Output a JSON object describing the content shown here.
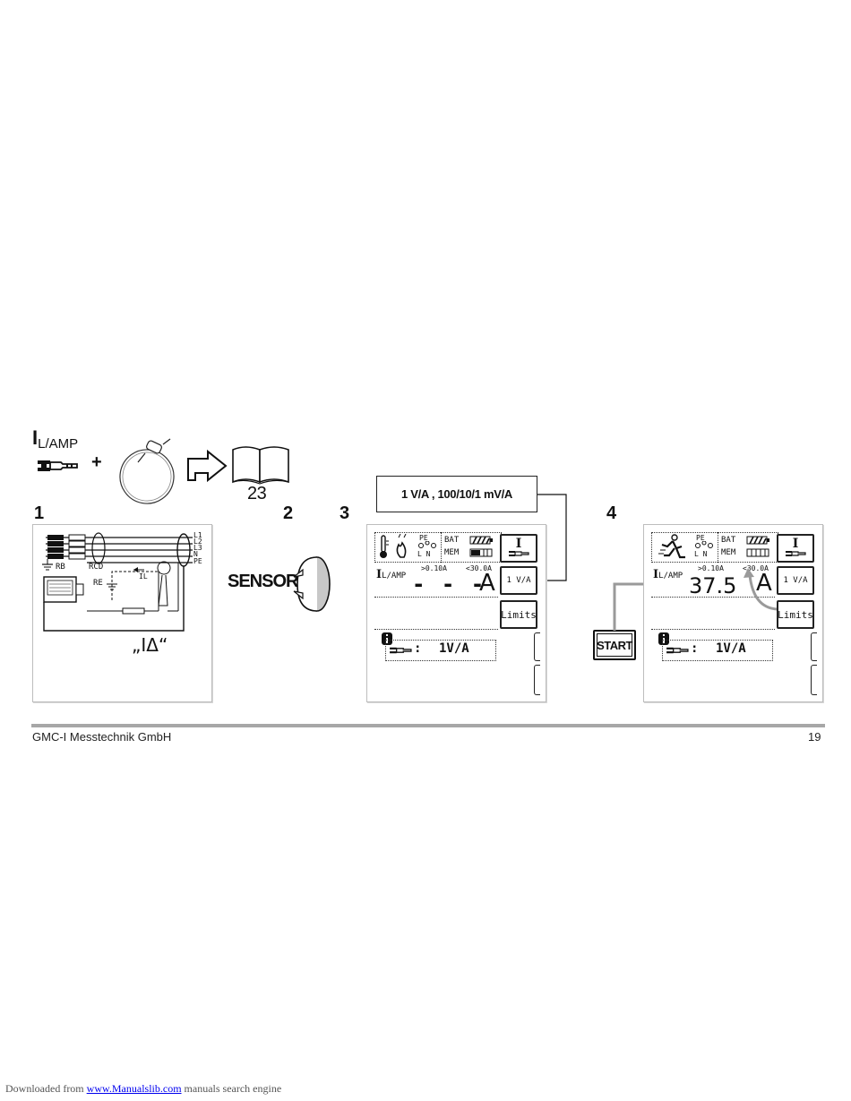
{
  "header": {
    "label_main": "I",
    "label_sub": "L/AMP",
    "plus": "+",
    "book_page": "23"
  },
  "steps": {
    "one": "1",
    "two": "2",
    "three": "3",
    "four": "4"
  },
  "wiring": {
    "l1": "L1",
    "l2": "L2",
    "l3": "L3",
    "n": "N",
    "pe": "PE",
    "rb": "RB",
    "rcd": "RCD",
    "re": "RE",
    "il": "IL",
    "idelta": "„IΔ“"
  },
  "sensor": {
    "label": "SENSOR"
  },
  "callout": {
    "text": "1 V/A , 100/10/1 mV/A"
  },
  "screen3": {
    "pe": "PE",
    "ln": "L N",
    "bat": "BAT",
    "mem": "MEM",
    "mode_button": "I",
    "measure_label_main": "I",
    "measure_label_sub": "L/AMP",
    "range_low": ">0.10A",
    "range_high": "<30.0A",
    "reading": "- - -",
    "unit": "A",
    "range_button": "1 V/A",
    "limits_button": "Limits",
    "info_icon": "i",
    "clamp_setting": "1V/A"
  },
  "screen4": {
    "pe": "PE",
    "ln": "L N",
    "bat": "BAT",
    "mem": "MEM",
    "mode_button": "I",
    "measure_label_main": "I",
    "measure_label_sub": "L/AMP",
    "range_low": ">0.10A",
    "range_high": "<30.0A",
    "reading": "37.5",
    "unit": "A",
    "range_button": "1 V/A",
    "limits_button": "Limits",
    "info_icon": "i",
    "clamp_setting": "1V/A",
    "start_button": "START"
  },
  "footer": {
    "company": "GMC-I Messtechnik GmbH",
    "page_number": "19"
  },
  "download": {
    "prefix": "Downloaded from ",
    "link": "www.Manualslib.com",
    "suffix": " manuals search engine"
  }
}
